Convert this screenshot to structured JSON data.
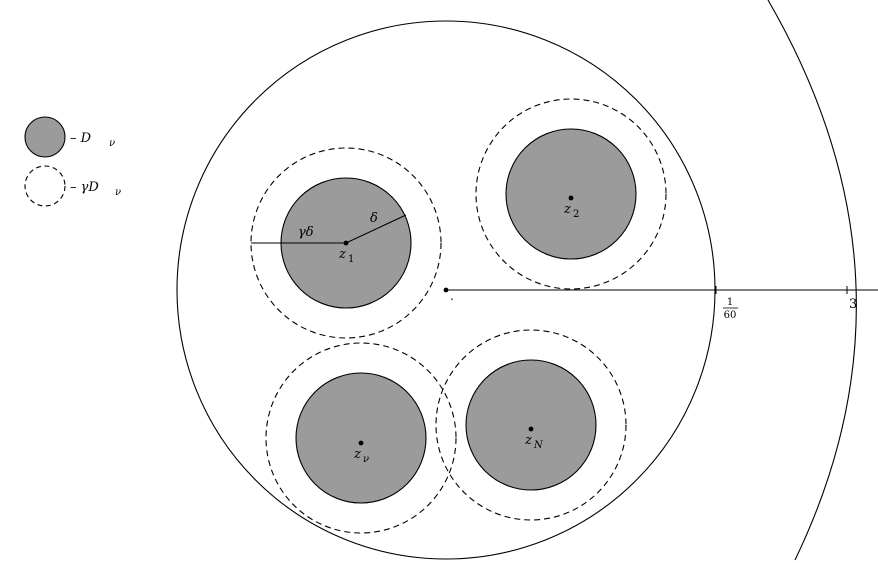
{
  "legend": {
    "disk_label": "– D",
    "disk_sub": "ν",
    "dashed_label": "– γD",
    "dashed_sub": "ν"
  },
  "colors": {
    "disk_fill": "#9b9b9b",
    "stroke": "#000000",
    "background": "#ffffff"
  },
  "centers": {
    "z1": {
      "base": "z",
      "sub": "1"
    },
    "z2": {
      "base": "z",
      "sub": "2"
    },
    "zv": {
      "base": "z",
      "sub": "ν"
    },
    "zN": {
      "base": "z",
      "sub": "N"
    }
  },
  "radius_labels": {
    "outer": "γδ",
    "inner": "δ"
  },
  "axis_marks": {
    "frac_num": "1",
    "frac_den": "60",
    "three": "3",
    "origin_dot": "."
  }
}
